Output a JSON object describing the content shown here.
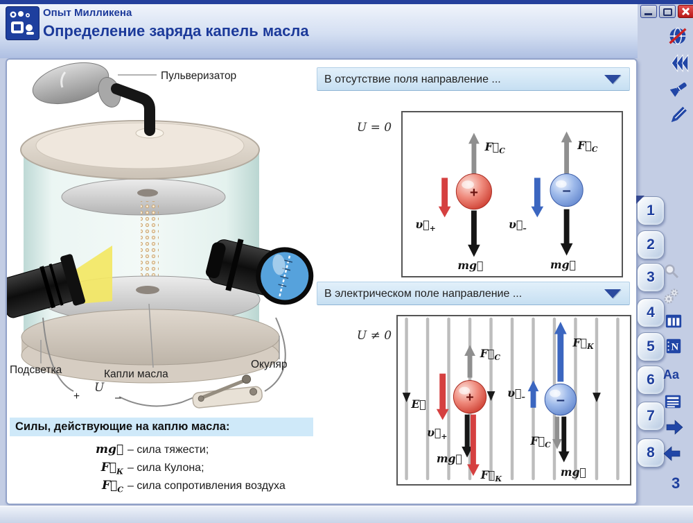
{
  "header": {
    "supertitle": "Опыт Милликена",
    "title": "Определение заряда капель масла"
  },
  "apparatus": {
    "labels": {
      "atomizer": "Пульверизатор",
      "backlight": "Подсветка",
      "oil_drops": "Капли масла",
      "eyepiece": "Окуляр",
      "voltage": "U",
      "plus": "+",
      "minus": "–"
    }
  },
  "dropdowns": {
    "no_field": "В отсутствие поля направление ...",
    "in_field": "В электрическом поле направление ..."
  },
  "diagrams": {
    "no_field": {
      "condition": "U = 0",
      "f_drag": "F⃗",
      "f_drag_sub": "С",
      "weight": "mg⃗",
      "vel": "υ⃗",
      "vel_plus_sub": "+",
      "vel_minus_sub": "–",
      "plus": "+",
      "minus": "–"
    },
    "in_field": {
      "condition": "U ≠ 0",
      "field": "E⃗",
      "f_drag": "F⃗",
      "f_drag_sub": "С",
      "f_coulomb": "F⃗",
      "f_coulomb_sub": "К",
      "weight": "mg⃗",
      "vel": "υ⃗",
      "vel_plus_sub": "+",
      "vel_minus_sub": "–",
      "plus": "+",
      "minus": "–"
    }
  },
  "legend": {
    "header": "Силы, действующие на каплю масла:",
    "items": [
      {
        "sym": "mg⃗",
        "sub": "",
        "desc": "– сила тяжести;"
      },
      {
        "sym": "F⃗",
        "sub": "К",
        "desc": "– сила Кулона;"
      },
      {
        "sym": "F⃗",
        "sub": "С",
        "desc": "– сила сопротивления воздуха"
      }
    ]
  },
  "sidebar": {
    "buttons": [
      "1",
      "2",
      "3",
      "4",
      "5",
      "6",
      "7",
      "8"
    ],
    "page_indicator": "3",
    "text_icon_label": "Aa",
    "notebook_icon_label": "N"
  }
}
